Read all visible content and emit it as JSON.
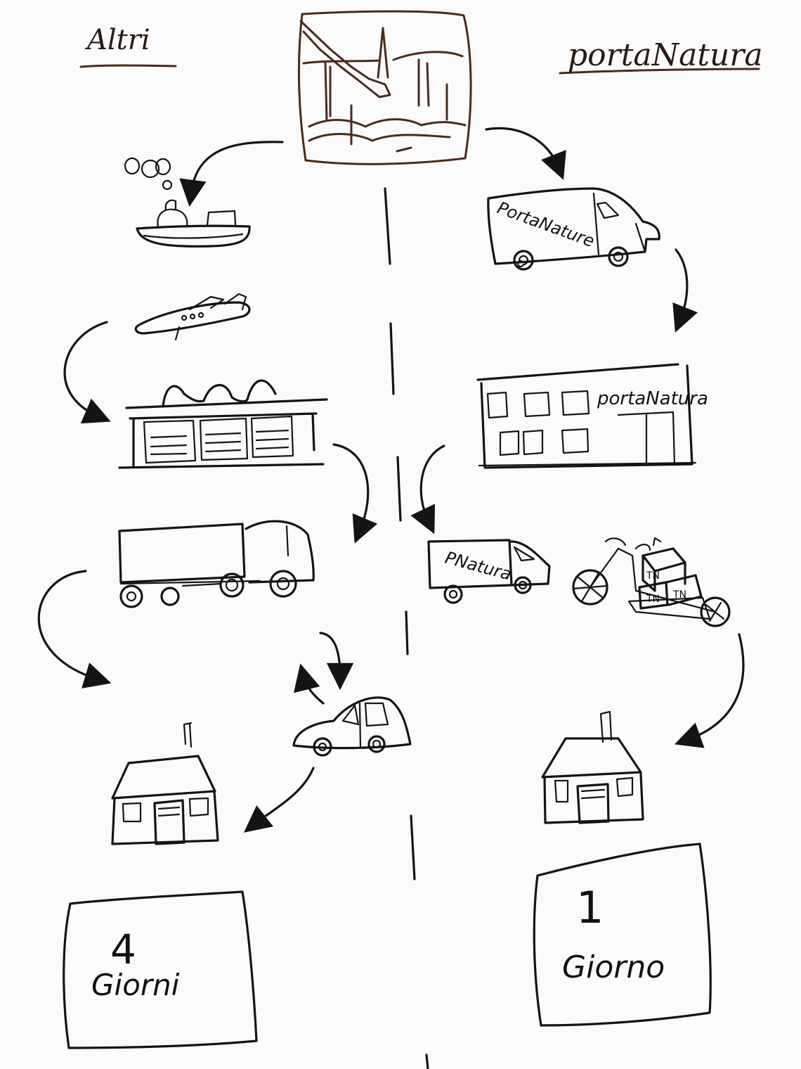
{
  "columns": {
    "left_title": "Altri",
    "right_title": "portaNatura"
  },
  "vehicle_labels": {
    "van_brand": "PortaNature",
    "warehouse_brand": "portaNatura",
    "small_truck_brand": "PNatura",
    "box_stamp_1": "TN",
    "box_stamp_2": "TN",
    "box_stamp_3": "TN"
  },
  "results": {
    "left_number": "4",
    "left_unit": "Giorni",
    "right_number": "1",
    "right_unit": "Giorno"
  },
  "icons": [
    "forest-scene-icon",
    "ship-icon",
    "airplane-icon",
    "airport-hangar-icon",
    "lorry-icon",
    "car-icon",
    "house-icon",
    "delivery-van-icon",
    "warehouse-icon",
    "small-truck-icon",
    "cargo-bike-icon",
    "flow-arrow-icon"
  ],
  "colors": {
    "ink": "#141414",
    "brown_ink": "#4a2a1c",
    "paper": "#fbfbfb"
  }
}
